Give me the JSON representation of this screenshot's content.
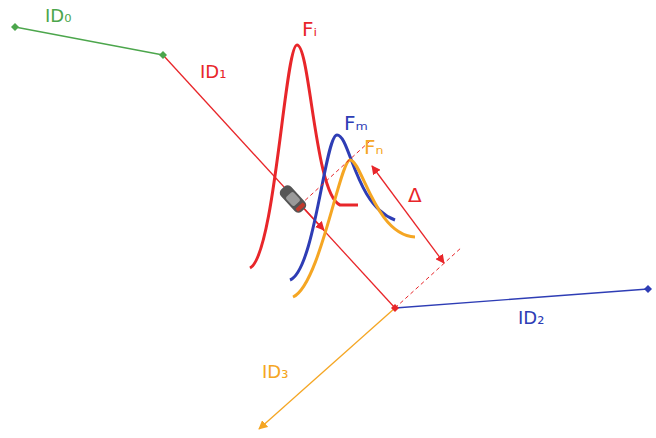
{
  "diagram": {
    "labels": [
      "ID₀",
      "ID₁",
      "ID₂",
      "ID₃",
      "Fᵢ",
      "Fₘ",
      "Fₙ",
      "Δ"
    ]
  }
}
